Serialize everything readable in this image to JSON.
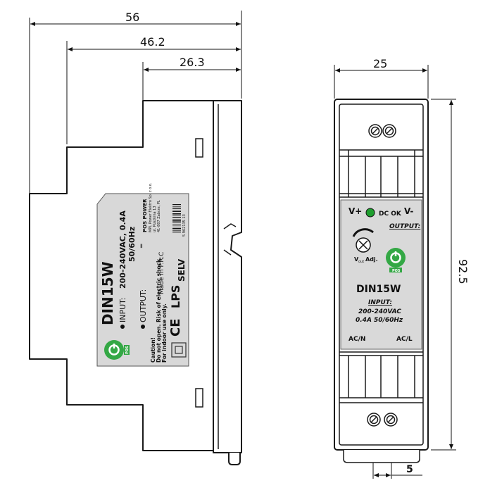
{
  "dimensions": {
    "width_total": "56",
    "width_body": "46.2",
    "width_front": "26.3",
    "width_front_view": "25",
    "height": "92.5",
    "terminal_pitch": "5"
  },
  "side_label": {
    "model": "DIN15W",
    "input_label": "INPUT:",
    "input_value": "200-240VAC, 0.4A",
    "input_freq": "50/60Hz",
    "output_label": "OUTPUT:",
    "made_in": "Made in P.R.C",
    "lps": "LPS",
    "selv": "SELV",
    "ce": "CE",
    "caution_1": "Caution!",
    "caution_2": "Do not open. Risk of electric shock.",
    "caution_3": "For indoor use only.",
    "brand": "POS POWER",
    "address_1": "MPL Power Elektro Sp. z o.o.",
    "address_2": "ul. Puszkina 13",
    "address_3": "41-807 Zabrze, PL",
    "barcode_text": "5 902135 13",
    "logo_text": "POS"
  },
  "front_label": {
    "v_plus": "V+",
    "v_minus": "V-",
    "dc_ok": "DC OK",
    "output": "OUTPUT:",
    "vout_adj": "Adj.",
    "vout": "V",
    "vout_sub": "out",
    "model": "DIN15W",
    "input": "INPUT:",
    "input_value": "200-240VAC",
    "input_current": "0.4A 50/60Hz",
    "ac_n": "AC/N",
    "ac_l": "AC/L",
    "logo_text": "POS"
  },
  "colors": {
    "outline": "#1a1a1a",
    "label_bg": "#d9d9d9",
    "led_green": "#1e9e2e",
    "logo_green": "#34a845"
  }
}
